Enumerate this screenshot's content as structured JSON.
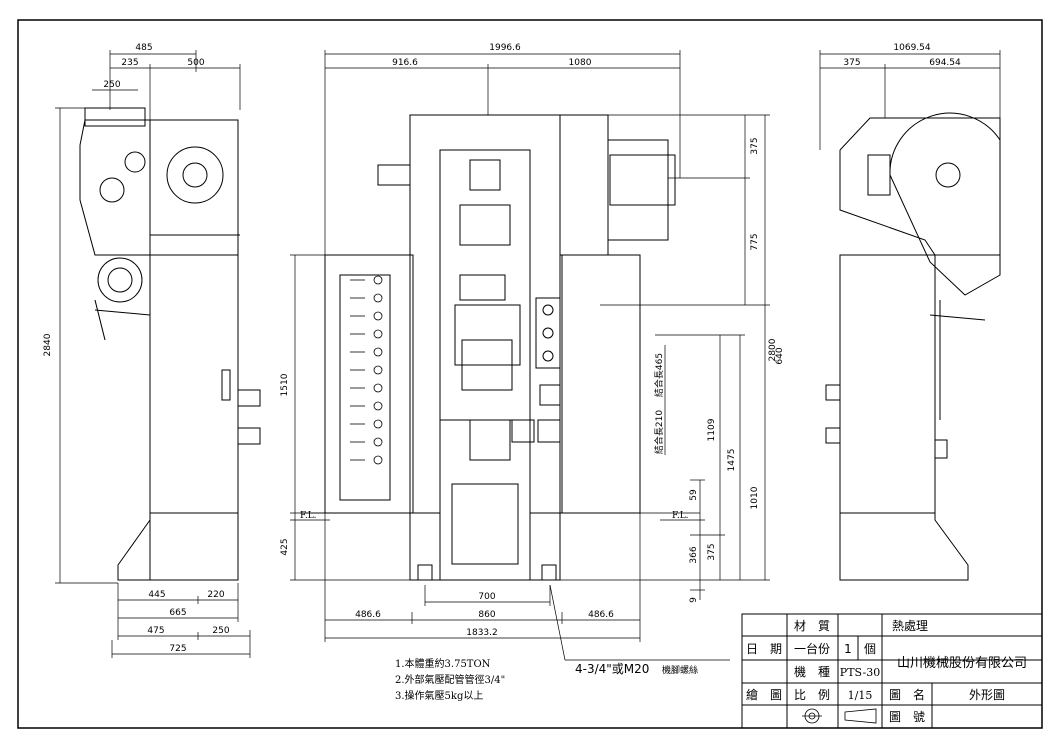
{
  "side_view_left": {
    "dims": {
      "top_overall": "485",
      "top_left": "235",
      "top_right": "500",
      "top_small": "250",
      "height": "2840",
      "base_1_left": "445",
      "base_1_right": "220",
      "base_2": "665",
      "base_3_left": "475",
      "base_3_right": "250",
      "base_4": "725"
    }
  },
  "front_view": {
    "dims": {
      "top_overall": "1996.6",
      "top_left": "916.6",
      "top_right": "1080",
      "left_height": "1510",
      "floor_height": "425",
      "fl_left": "F.L.",
      "fl_right": "F.L.",
      "stroke_465": "結合長465",
      "stroke_210": "結合長210",
      "dim_59": "59",
      "dim_366": "366",
      "dim_375b": "375",
      "dim_9": "9",
      "dim_1109": "1109",
      "dim_1475": "1475",
      "dim_1010": "1010",
      "dim_375": "375",
      "dim_775": "775",
      "dim_640": "640",
      "dim_2800": "2800",
      "bottom_700": "700",
      "bottom_486a": "486.6",
      "bottom_860": "860",
      "bottom_486b": "486.6",
      "bottom_overall": "1833.2",
      "bolt_note": "4-3/4\"或M20",
      "bolt_note_small": "機腳螺絲"
    }
  },
  "side_view_right": {
    "dims": {
      "top_overall": "1069.54",
      "top_left": "375",
      "top_right": "694.54"
    }
  },
  "notes": [
    "1.本體重約3.75TON",
    "2.外部氣壓配管管徑3/4\"",
    "3.操作氣壓5kg以上"
  ],
  "title_block": {
    "material_label": "材　質",
    "heat_label": "熱處理",
    "date_label": "日　期",
    "qty_label": "一台份",
    "qty_value": "1",
    "unit_label": "個",
    "model_label": "機　種",
    "model_value": "PTS-30",
    "company": "山川機械股份有限公司",
    "drawn_label": "繪　圖",
    "scale_label": "比　例",
    "scale_value": "1/15",
    "drawing_name_label": "圖　名",
    "drawing_name_value": "外形圖",
    "drawing_no_label": "圖　號"
  }
}
